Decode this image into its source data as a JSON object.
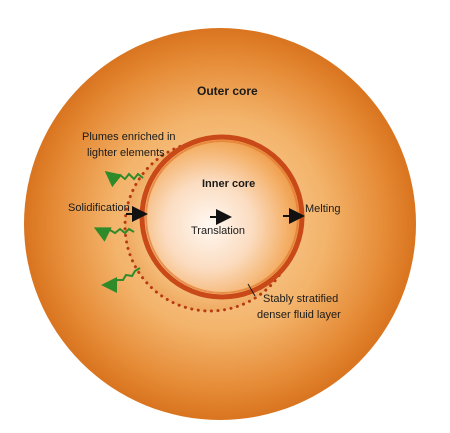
{
  "labels": {
    "outer_core": "Outer core",
    "inner_core": "Inner core",
    "plumes_line1": "Plumes enriched in",
    "plumes_line2": "lighter elements",
    "solidification": "Solidification",
    "melting": "Melting",
    "translation": "Translation",
    "stratified_line1": "Stably stratified",
    "stratified_line2": "denser fluid layer"
  },
  "colors": {
    "outer_core_center": "#f6c27a",
    "outer_core_edge": "#d9741f",
    "inner_core_center": "#fdf0e4",
    "inner_core_edge": "#f0a24e",
    "inner_core_rim": "#c94a18",
    "dotted_outline": "#b83a12",
    "plume_arrow": "#2f8a2a",
    "arrow": "#111111"
  }
}
